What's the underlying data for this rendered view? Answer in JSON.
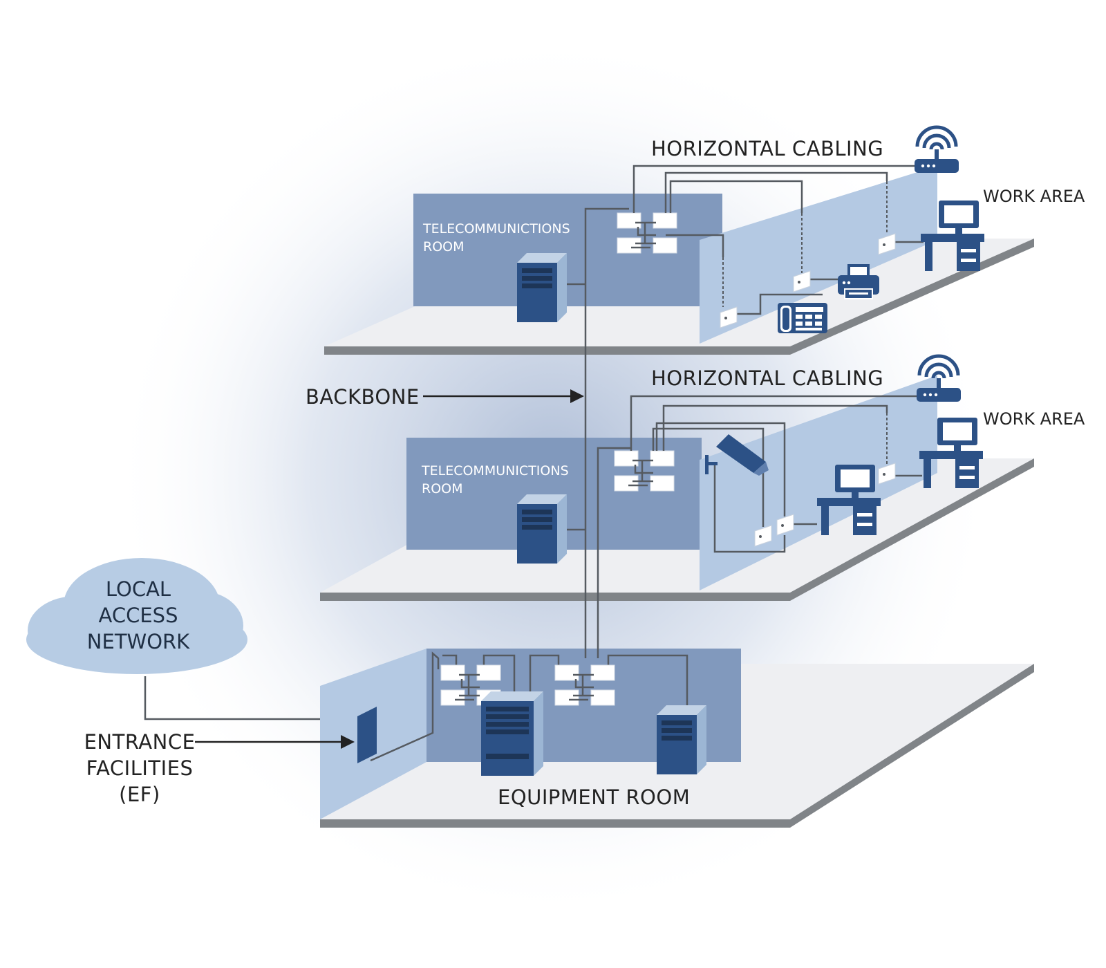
{
  "labels": {
    "horizontal_cabling_top": "HORIZONTAL CABLING",
    "horizontal_cabling_mid": "HORIZONTAL CABLING",
    "work_area_top": "WORK AREA",
    "work_area_mid": "WORK AREA",
    "telecom_room_top": [
      "TELECOMMUNICTIONS",
      "ROOM"
    ],
    "telecom_room_mid": [
      "TELECOMMUNICTIONS",
      "ROOM"
    ],
    "backbone": "BACKBONE",
    "local_access_network": [
      "LOCAL",
      "ACCESS",
      "NETWORK"
    ],
    "entrance_facilities": [
      "ENTRANCE",
      "FACILITIES",
      "(EF)"
    ],
    "equipment_room": "EQUIPMENT ROOM"
  },
  "colors": {
    "room_wall": "#8199bd",
    "glass_wall": "#b4c9e3",
    "floor": "#eeeff2",
    "floor_edge": "#808488",
    "equipment_dark": "#2c5186",
    "equipment_light": "#9cb6d4",
    "cloud": "#b7cce4",
    "cable": "#555a60"
  },
  "icons": {
    "wifi_router": "wifi-router-icon",
    "workstation": "workstation-desk-icon",
    "printer": "printer-icon",
    "phone": "desk-phone-icon",
    "camera": "security-camera-icon",
    "server": "server-tower-icon",
    "patch_panel": "patch-panel-icon",
    "entrance_panel": "entrance-panel-icon"
  }
}
